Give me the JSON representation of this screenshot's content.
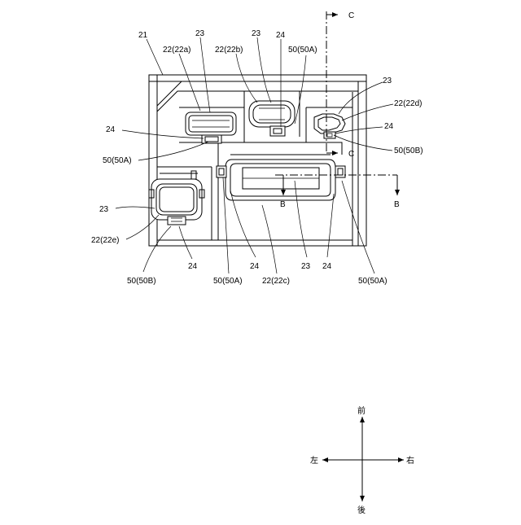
{
  "labels": {
    "housing": "21",
    "conn_a": "22(22a)",
    "conn_b": "22(22b)",
    "conn_c": "22(22c)",
    "conn_d": "22(22d)",
    "conn_e": "22(22e)",
    "seal_23_a": "23",
    "seal_23_b": "23",
    "seal_23_d": "23",
    "seal_23_e": "23",
    "seal_23_c": "23",
    "lock_24_b": "24",
    "lock_24_a": "24",
    "lock_24_d": "24",
    "lock_24_e": "24",
    "lock_24_c_left": "24",
    "lock_24_c_right": "24",
    "sensor_50a_top": "50(50A)",
    "sensor_50a_left": "50(50A)",
    "sensor_50b_right": "50(50B)",
    "sensor_50b_bottom": "50(50B)",
    "sensor_50a_bottom_mid": "50(50A)",
    "sensor_50a_bottom_right": "50(50A)",
    "section_c_top": "C",
    "section_c_mid": "C",
    "section_b_left": "B",
    "section_b_right": "B"
  },
  "directions": {
    "front": "前",
    "rear": "後",
    "left": "左",
    "right": "右"
  }
}
